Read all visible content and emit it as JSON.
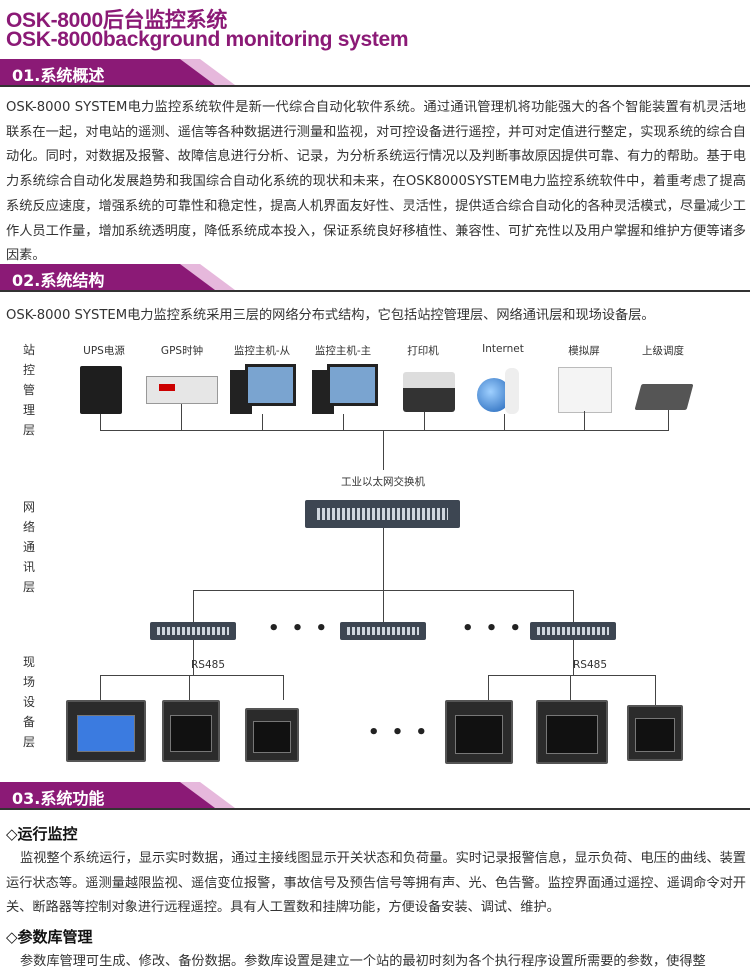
{
  "title_cn": "OSK-8000后台监控系统",
  "title_en": "OSK-8000background monitoring system",
  "sections": [
    {
      "label": "01.系统概述",
      "text": "OSK-8000 SYSTEM电力监控系统软件是新一代综合自动化软件系统。通过通讯管理机将功能强大的各个智能装置有机灵活地联系在一起，对电站的遥测、遥信等各种数据进行测量和监视，对可控设备进行遥控，并可对定值进行整定，实现系统的综合自动化。同时，对数据及报警、故障信息进行分析、记录，为分析系统运行情况以及判断事故原因提供可靠、有力的帮助。基于电力系统综合自动化发展趋势和我国综合自动化系统的现状和未来，在OSK8000SYSTEM电力监控系统软件中，着重考虑了提高系统反应速度，增强系统的可靠性和稳定性，提高人机界面友好性、灵活性，提供适合综合自动化的各种灵活模式，尽量减少工作人员工作量，增加系统透明度，降低系统成本投入，保证系统良好移植性、兼容性、可扩充性以及用户掌握和维护方便等诸多因素。"
    },
    {
      "label": "02.系统结构",
      "text": "OSK-8000 SYSTEM电力监控系统采用三层的网络分布式结构，它包括站控管理层、网络通讯层和现场设备层。"
    },
    {
      "label": "03.系统功能"
    }
  ],
  "diagram": {
    "layers": [
      "站控管理层",
      "网络通讯层",
      "现场设备层"
    ],
    "devices": [
      "UPS电源",
      "GPS时钟",
      "监控主机-从",
      "监控主机-主",
      "打印机",
      "Internet",
      "模拟屏",
      "上级调度"
    ],
    "switch_label": "工业以太网交换机",
    "bus_label": "RS485",
    "ellipsis": "• • •"
  },
  "functions": [
    {
      "title": "◇运行监控",
      "text": "监视整个系统运行，显示实时数据，通过主接线图显示开关状态和负荷量。实时记录报警信息，显示负荷、电压的曲线、装置运行状态等。遥测量越限监视、遥信变位报警，事故信号及预告信号等拥有声、光、色告警。监控界面通过遥控、遥调命令对开关、断路器等控制对象进行远程遥控。具有人工置数和挂牌功能，方便设备安装、调试、维护。"
    },
    {
      "title": "◇参数库管理",
      "text": "参数库管理可生成、修改、备份数据。参数库设置是建立一个站的最初时刻为各个执行程序设置所需要的参数，使得整"
    }
  ]
}
